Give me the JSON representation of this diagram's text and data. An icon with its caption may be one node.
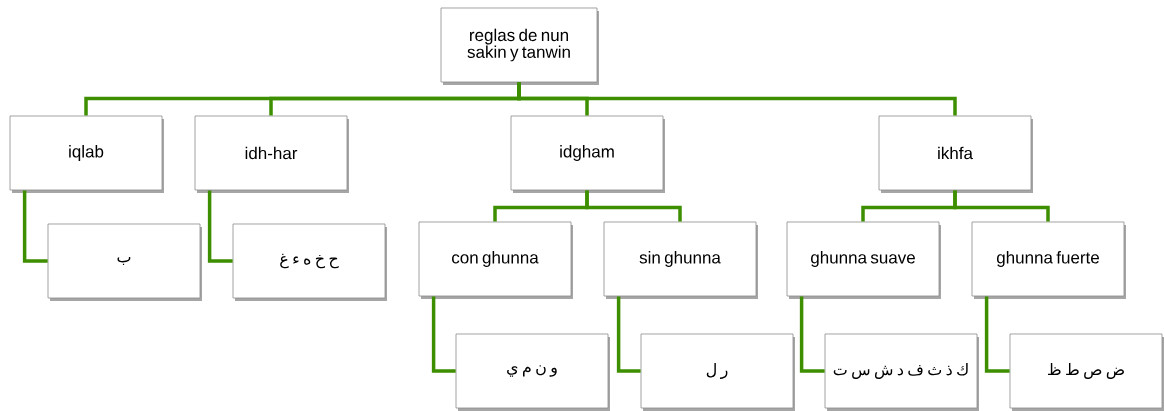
{
  "diagram": {
    "nodes": [
      {
        "text": [
          "reglas de nun sakin y tanwin"
        ]
      },
      {
        "text": [
          "iqlab"
        ]
      },
      {
        "text": [
          "idh-har"
        ]
      },
      {
        "text": [
          "idgham"
        ]
      },
      {
        "text": [
          "ikhfa"
        ]
      },
      {
        "text": [
          "ب"
        ]
      },
      {
        "text": [
          "غ ء ه خ ح"
        ]
      },
      {
        "text": [
          "con ghunna"
        ]
      },
      {
        "text": [
          "sin ghunna"
        ]
      },
      {
        "text": [
          "ghunna suave"
        ]
      },
      {
        "text": [
          "ghunna fuerte"
        ]
      },
      {
        "text": [
          "ي م ن و"
        ]
      },
      {
        "text": [
          "ل ر"
        ]
      },
      {
        "text": [
          "ت س ش د ف ث ذ ك"
        ]
      },
      {
        "text": [
          "ظ ط ص ض"
        ]
      }
    ],
    "edges": [
      {
        "from": 0,
        "to": 1,
        "arrow": "none"
      },
      {
        "from": 0,
        "to": 2,
        "arrow": "none"
      },
      {
        "from": 0,
        "to": 3,
        "arrow": "none"
      },
      {
        "from": 0,
        "to": 4,
        "arrow": "none"
      },
      {
        "from": 1,
        "to": 5,
        "arrow": "none"
      },
      {
        "from": 2,
        "to": 6,
        "arrow": "none"
      },
      {
        "from": 3,
        "to": 7,
        "arrow": "none"
      },
      {
        "from": 3,
        "to": 8,
        "arrow": "none"
      },
      {
        "from": 4,
        "to": 9,
        "arrow": "none"
      },
      {
        "from": 4,
        "to": 10,
        "arrow": "none"
      },
      {
        "from": 7,
        "to": 11,
        "arrow": "none"
      },
      {
        "from": 8,
        "to": 12,
        "arrow": "none"
      },
      {
        "from": 9,
        "to": 13,
        "arrow": "none"
      },
      {
        "from": 10,
        "to": 14,
        "arrow": "none"
      }
    ]
  }
}
